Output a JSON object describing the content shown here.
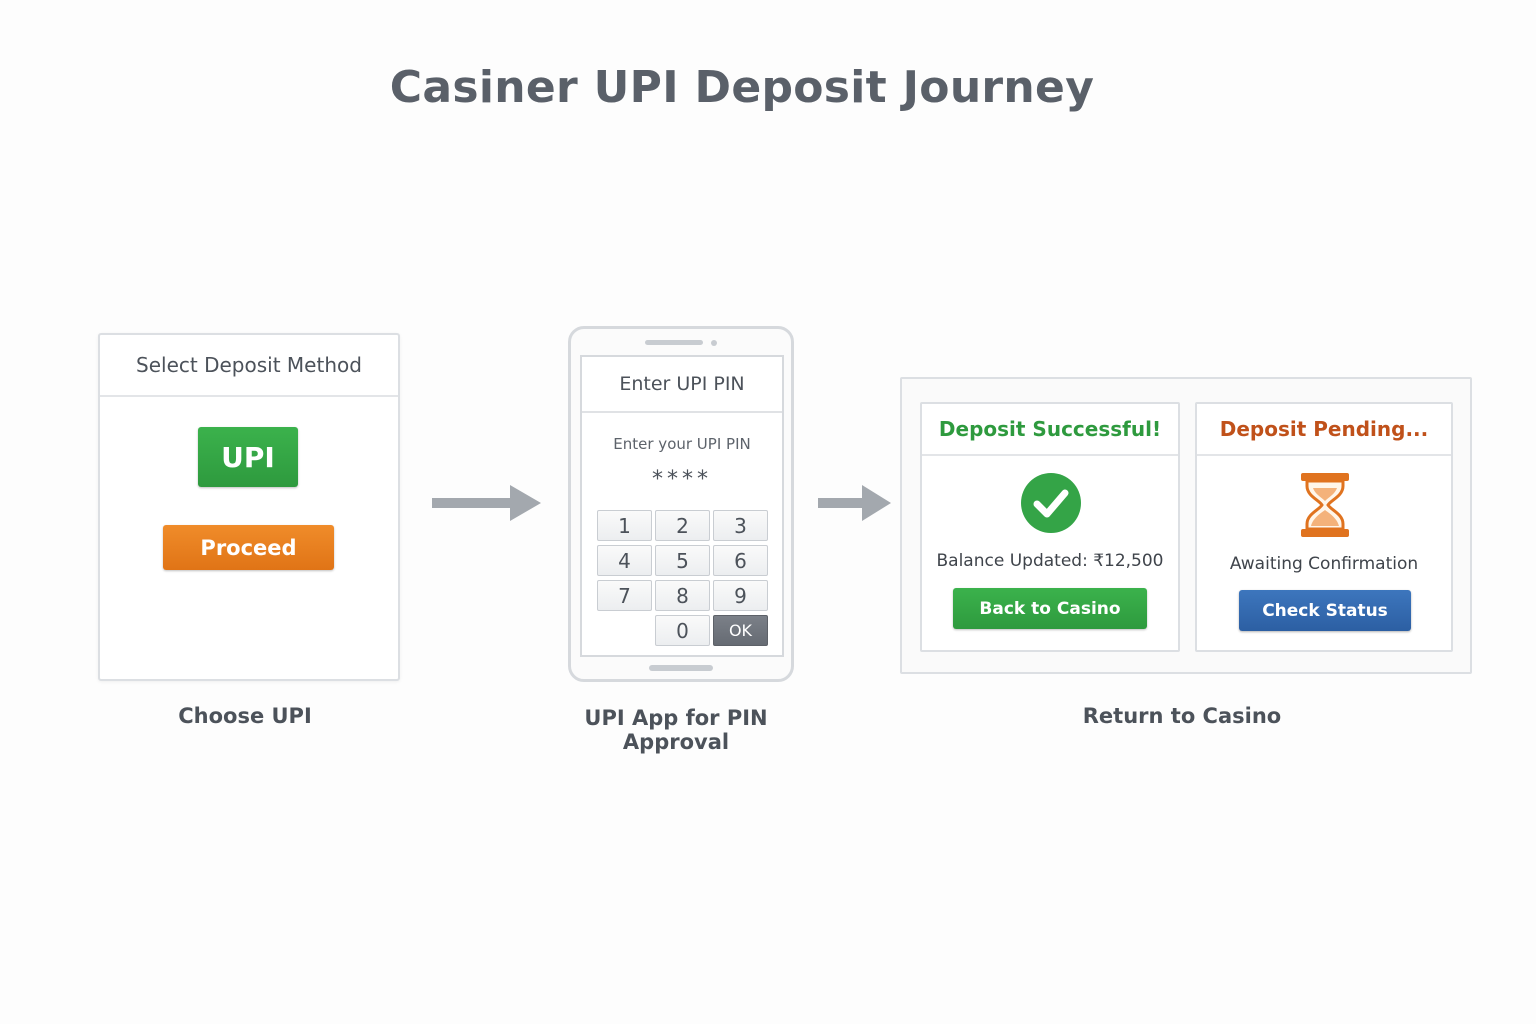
{
  "title": "Casiner UPI Deposit Journey",
  "step1": {
    "header": "Select Deposit Method",
    "upi_button": "UPI",
    "proceed_button": "Proceed",
    "caption": "Choose UPI"
  },
  "step2": {
    "header": "Enter UPI PIN",
    "prompt": "Enter your UPI PIN",
    "pin_mask": "****",
    "keys": [
      "1",
      "2",
      "3",
      "4",
      "5",
      "6",
      "7",
      "8",
      "9",
      "0",
      "OK"
    ],
    "caption": "UPI App for PIN Approval"
  },
  "step3": {
    "success": {
      "header": "Deposit Successful!",
      "icon": "check-circle-icon",
      "message": "Balance Updated: ₹12,500",
      "button": "Back to Casino"
    },
    "pending": {
      "header": "Deposit Pending...",
      "icon": "hourglass-icon",
      "message": "Awaiting Confirmation",
      "button": "Check Status"
    },
    "caption": "Return to Casino"
  },
  "colors": {
    "green": "#2e9a3e",
    "orange": "#e07416",
    "blue": "#2c5fa3",
    "pending_text": "#c0511a",
    "success_text": "#2e9a3e",
    "arrow": "#a3a8ae"
  }
}
